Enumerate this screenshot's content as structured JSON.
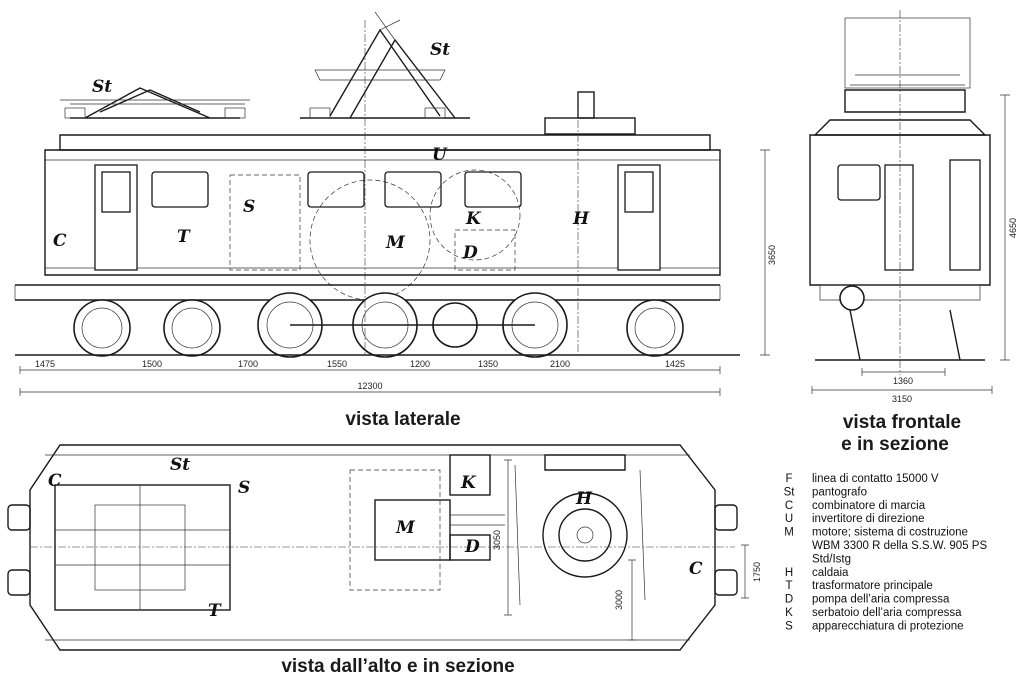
{
  "captions": {
    "side": "vista laterale",
    "front_line1": "vista frontale",
    "front_line2": "e in sezione",
    "top": "vista dall’alto e in sezione"
  },
  "side_dimensions": [
    "1475",
    "1500",
    "1700",
    "1550",
    "1200",
    "1350",
    "2100",
    "1425"
  ],
  "side_total": "12300",
  "side_height": "3650",
  "front_height": "4650",
  "front_widths": [
    "1360",
    "3150"
  ],
  "top_dimensions": [
    "3050",
    "1750",
    "3000"
  ],
  "side_letters": [
    "St",
    "St",
    "U",
    "S",
    "K",
    "H",
    "C",
    "T",
    "M",
    "D"
  ],
  "front_letters": [],
  "top_letters": [
    "C",
    "St",
    "S",
    "K",
    "M",
    "H",
    "D",
    "C",
    "T"
  ],
  "legend": [
    {
      "key": "F",
      "text": "linea di contatto 15000 V"
    },
    {
      "key": "St",
      "text": "pantografo"
    },
    {
      "key": "C",
      "text": "combinatore di marcia"
    },
    {
      "key": "U",
      "text": "invertitore di direzione"
    },
    {
      "key": "M",
      "text": "motore; sistema di costruzione"
    },
    {
      "key": "",
      "text": "WBM 3300 R della S.S.W. 905 PS"
    },
    {
      "key": "",
      "text": "Std/Istg"
    },
    {
      "key": "H",
      "text": "caldaia"
    },
    {
      "key": "T",
      "text": "trasformatore principale"
    },
    {
      "key": "D",
      "text": "pompa dell’aria compressa"
    },
    {
      "key": "K",
      "text": "serbatoio dell’aria compressa"
    },
    {
      "key": "S",
      "text": "apparecchiatura di protezione"
    }
  ]
}
